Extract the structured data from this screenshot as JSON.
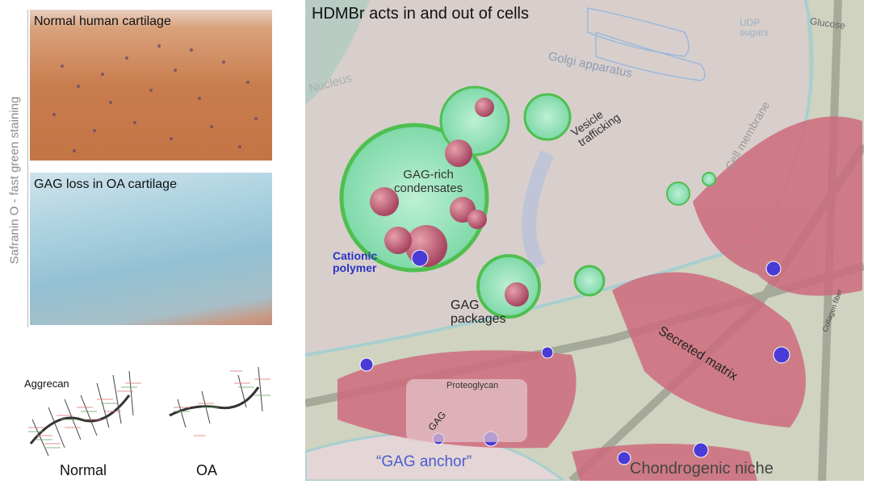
{
  "left_panel": {
    "vertical_label": "Safranin O - fast green staining",
    "photos": [
      {
        "caption": "Normal human cartilage"
      },
      {
        "caption": "GAG loss in OA cartilage"
      }
    ],
    "schematic": {
      "aggrecan_label": "Aggrecan",
      "normal_label": "Normal",
      "oa_label": "OA"
    }
  },
  "main_panel": {
    "title": "HDMBr acts in and out of cells",
    "labels": {
      "nucleus": "Nucleus",
      "golgi": "Golgi apparatus",
      "udp": "UDP",
      "sugars": "sugars",
      "glucose": "Glucose",
      "vesicle": "Vesicle",
      "trafficking": "trafficking",
      "cell_membrane": "Cell membrane",
      "gag_rich": "GAG-rich",
      "condensates": "condensates",
      "cationic": "Cationic",
      "polymer": "polymer",
      "gag": "GAG",
      "packages": "packages",
      "secreted_matrix": "Secreted matrix",
      "collagen_fiber": "Collagen fiber",
      "proteoglycan": "Proteoglycan",
      "gag_inset": "GAG",
      "gag_anchor": "“GAG anchor”",
      "chondrogenic_niche": "Chondrogenic niche"
    }
  }
}
